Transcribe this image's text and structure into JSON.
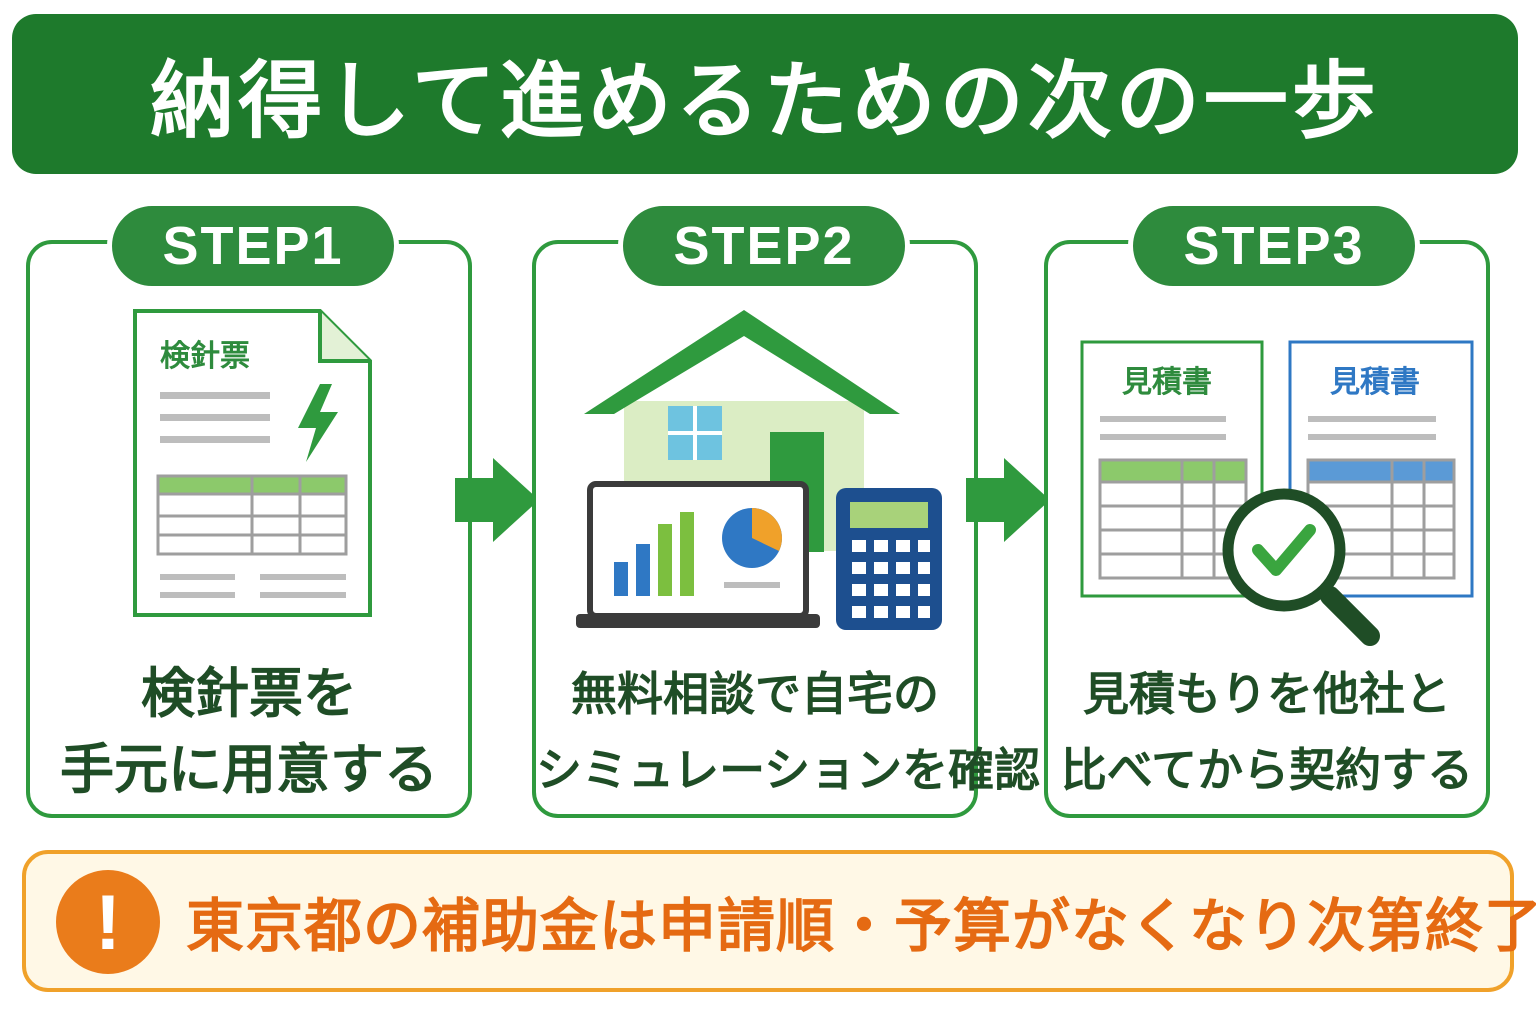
{
  "banner": {
    "title": "納得して進めるための次の一歩"
  },
  "steps": [
    {
      "label": "STEP1",
      "icon": "meter-slip-document-icon",
      "doc_title": "検針票",
      "lines": [
        "検針票を",
        "手元に用意する"
      ]
    },
    {
      "label": "STEP2",
      "icon": "house-simulation-icon",
      "lines": [
        "無料相談で自宅の",
        "シミュレーションを確認"
      ]
    },
    {
      "label": "STEP3",
      "icon": "estimate-compare-icon",
      "doc_title_a": "見積書",
      "doc_title_b": "見積書",
      "lines": [
        "見積もりを他社と",
        "比べてから契約する"
      ]
    }
  ],
  "notice": {
    "icon": "exclamation-icon",
    "mark": "!",
    "text": "東京都の補助金は申請順・予算がなくなり次第終了"
  },
  "colors": {
    "primary_green": "#1e7a2c",
    "step_green": "#2e8b3d",
    "accent_orange": "#ea7c1b",
    "notice_bg": "#fff8e6",
    "blue": "#2f78c4"
  }
}
